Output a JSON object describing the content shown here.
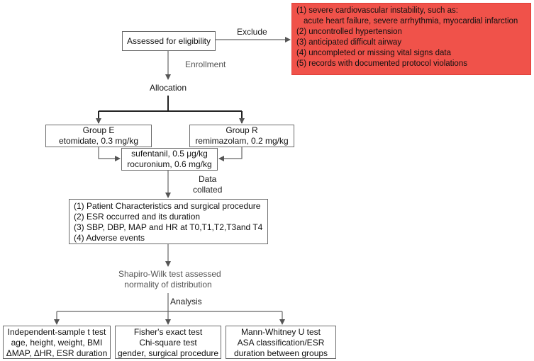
{
  "eligibility": "Assessed for eligibility",
  "exclude_label": "Exclude",
  "exclusions": [
    "(1) severe cardiovascular instability, such as:",
    "acute heart failure, severe arrhythmia, myocardial infarction",
    "(2) uncontrolled hypertension",
    "(3) anticipated difficult airway",
    "(4) uncompleted or missing vital signs data",
    "(5) records with documented protocol violations"
  ],
  "enrollment": "Enrollment",
  "allocation": "Allocation",
  "group_e": {
    "title": "Group E",
    "drug": "etomidate, 0.3 mg/kg"
  },
  "group_r": {
    "title": "Group R",
    "drug": "remimazolam, 0.2 mg/kg"
  },
  "shared_drugs": [
    "sufentanil, 0.5 μg/kg",
    "rocuronium, 0.6 mg/kg"
  ],
  "data_collated": [
    "Data",
    "collated"
  ],
  "outcomes": [
    "(1) Patient Characteristics and surgical procedure",
    "(2) ESR occurred and its duration",
    "(3) SBP, DBP, MAP and HR at T0,T1,T2,T3and T4",
    "(4) Adverse events"
  ],
  "normality": [
    "Shapiro-Wilk test assessed",
    "normality of distribution"
  ],
  "analysis": "Analysis",
  "tests": [
    {
      "lines": [
        "Independent-sample t test",
        "age, height, weight, BMI",
        "ΔMAP, ΔHR, ESR duration"
      ]
    },
    {
      "lines": [
        "Fisher's exact test",
        "Chi-square test",
        "gender, surgical procedure"
      ]
    },
    {
      "lines": [
        "Mann-Whitney U test",
        "ASA classification/ESR",
        "duration between groups"
      ]
    }
  ],
  "colors": {
    "exclude_fill": "#f0524a",
    "line": "#6b6b6b"
  }
}
